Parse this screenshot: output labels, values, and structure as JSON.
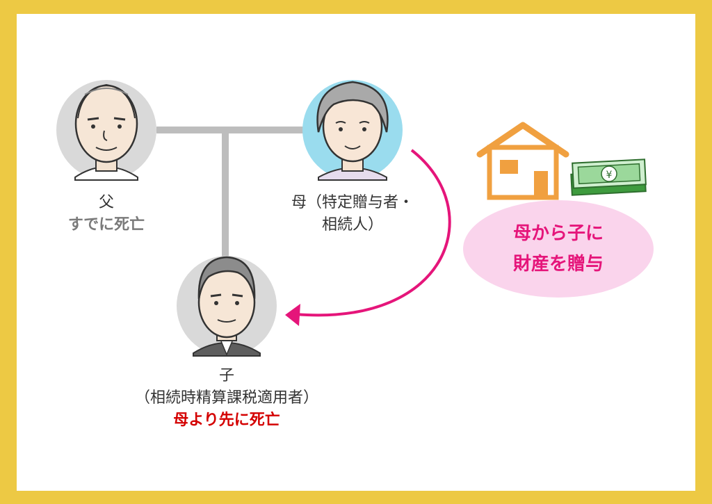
{
  "colors": {
    "border": "#EDC944",
    "arrow": "#E5157A",
    "connector": "#BDBDBD",
    "bubble": "#FAD4EC",
    "house": "#F0A040",
    "money": "#3E9B3E",
    "mother_bg": "#9ADCEE",
    "person_bg": "#D9D9D9"
  },
  "father": {
    "name": "父",
    "status": "すでに死亡"
  },
  "mother": {
    "line1": "母（特定贈与者・",
    "line2": "相続人）"
  },
  "child": {
    "name": "子",
    "role": "（相続時精算課税適用者）",
    "status": "母より先に死亡"
  },
  "gift": {
    "line1": "母から子に",
    "line2": "財産を贈与"
  },
  "icons": {
    "house": "house-icon",
    "money": "yen-banknote-icon"
  }
}
